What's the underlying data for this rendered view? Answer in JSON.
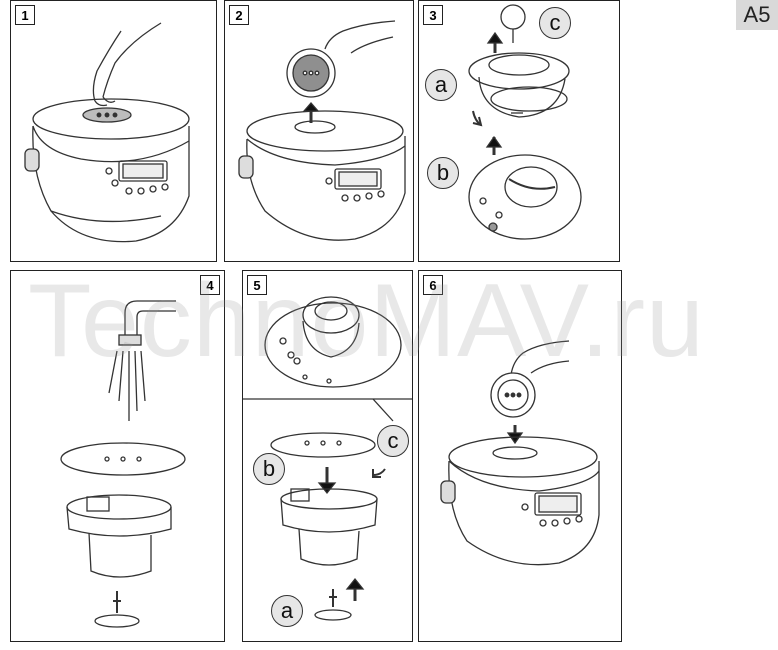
{
  "page_tag": "A5",
  "watermark": "TechnoMAV.ru",
  "steps": [
    {
      "number": "1"
    },
    {
      "number": "2"
    },
    {
      "number": "3",
      "callouts": [
        "c",
        "a",
        "b"
      ]
    },
    {
      "number": "4"
    },
    {
      "number": "5",
      "callouts": [
        "c",
        "b",
        "a"
      ]
    },
    {
      "number": "6"
    }
  ]
}
